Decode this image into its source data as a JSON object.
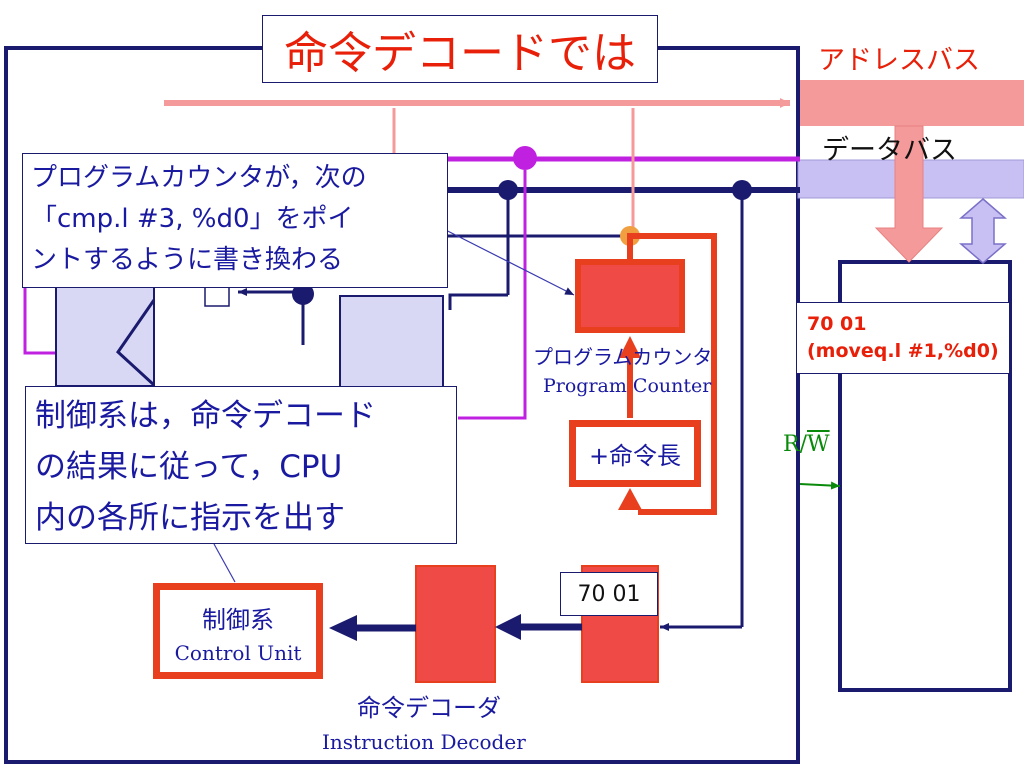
{
  "title": "命令デコードでは",
  "buses": {
    "address": "アドレスバス",
    "data": "データバス"
  },
  "callouts": {
    "pc_update": [
      "プログラムカウンタが，次の",
      "「cmp.l #3, %d0」をポイ",
      "ントするように書き換わる"
    ],
    "control": [
      "制御系は，命令デコード",
      "の結果に従って，CPU",
      "内の各所に指示を出す"
    ]
  },
  "program_counter": {
    "label_jp": "プログラムカウンタ",
    "label_en": "Program Counter"
  },
  "increment": {
    "label": "+命令長"
  },
  "memory": {
    "line1": "70 01",
    "line2": "(moveq.l #1,%d0)"
  },
  "rw": {
    "prefix": "R/",
    "overbar": "W"
  },
  "instruction_register": {
    "value": "70 01"
  },
  "decoder": {
    "label_jp": "命令デコーダ",
    "label_en": "Instruction Decoder"
  },
  "control_unit": {
    "label_jp": "制御系",
    "label_en": "Control Unit"
  },
  "colors": {
    "navy": "#1a1a6e",
    "accent_red": "#e8200a",
    "block_red": "#f04a46",
    "address_bus": "#f49a9a",
    "data_bus": "#c8c0f2",
    "magenta": "#c020e0",
    "register_fill": "#d8d8f4",
    "rw_green": "#0a8a0a"
  }
}
